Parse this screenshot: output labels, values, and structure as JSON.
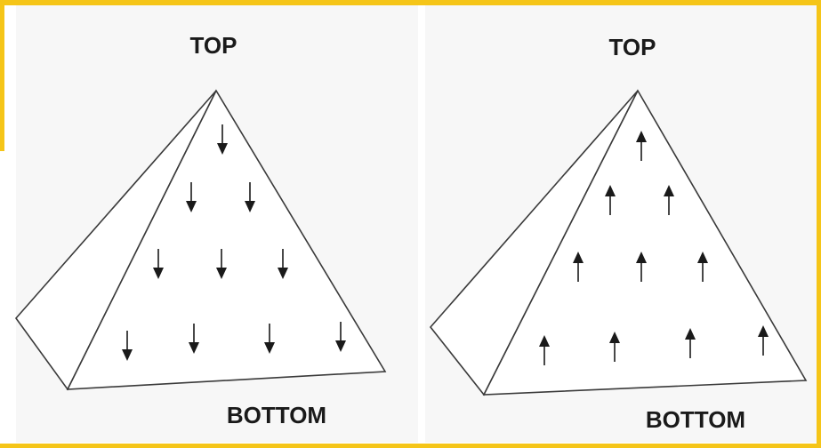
{
  "colors": {
    "frame_accent": "#f5c518",
    "panel_background": "#f7f7f7",
    "line": "#3a3a3a",
    "arrow": "#1a1a1a"
  },
  "panels": [
    {
      "top_label": "TOP",
      "bottom_label": "BOTTOM",
      "arrow_direction": "down",
      "arrow_rows": [
        1,
        2,
        3,
        4
      ]
    },
    {
      "top_label": "TOP",
      "bottom_label": "BOTTOM",
      "arrow_direction": "up",
      "arrow_rows": [
        1,
        2,
        3,
        4
      ]
    }
  ]
}
